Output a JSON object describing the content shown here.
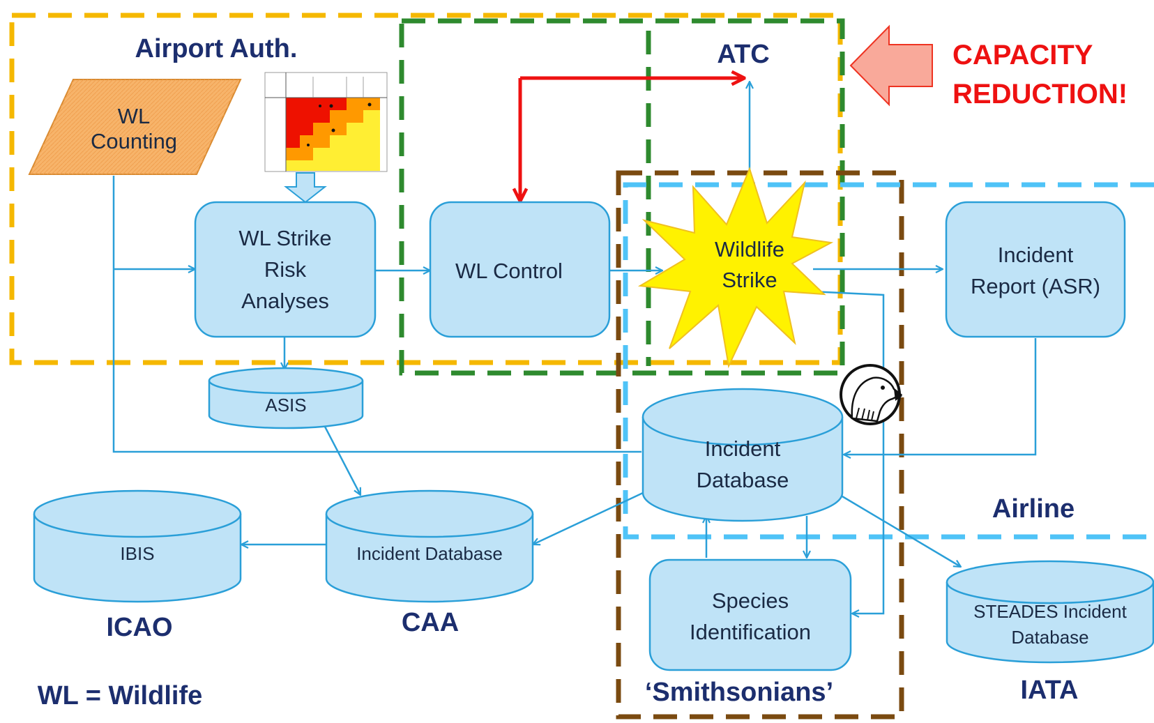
{
  "groups": {
    "airport": "Airport Auth.",
    "atc": "ATC",
    "airline": "Airline",
    "smithsonians": "‘Smithsonians’",
    "icao": "ICAO",
    "caa": "CAA",
    "iata": "IATA"
  },
  "nodes": {
    "wl_counting": [
      "WL",
      "Counting"
    ],
    "risk_analyses": [
      "WL Strike",
      "Risk",
      "Analyses"
    ],
    "wl_control": "WL Control",
    "wildlife_strike": [
      "Wildlife",
      "Strike"
    ],
    "incident_report": [
      "Incident",
      "Report (ASR)"
    ],
    "asis": "ASIS",
    "incident_db_main": [
      "Incident",
      "Database"
    ],
    "caa_db": "Incident Database",
    "ibis": "IBIS",
    "species": [
      "Species",
      "Identification"
    ],
    "steades": [
      "STEADES Incident",
      "Database"
    ]
  },
  "alert": [
    "CAPACITY",
    "REDUCTION!"
  ],
  "legend": "WL = Wildlife",
  "colors": {
    "airport_border": "#f5b800",
    "atc_border": "#2e8a2e",
    "smithsonians_border": "#7a4a10",
    "airline_border": "#4fc3f7",
    "box_fill": "#bfe3f7",
    "box_stroke": "#2a9fd8",
    "alert_text": "#ee1111",
    "alert_arrow": "#f9a99a",
    "group_label": "#1c2e6e",
    "star_fill": "#fff200",
    "counting_fill": "#f7b46a"
  },
  "icons": [
    "risk-matrix-icon",
    "eagle-icon"
  ]
}
